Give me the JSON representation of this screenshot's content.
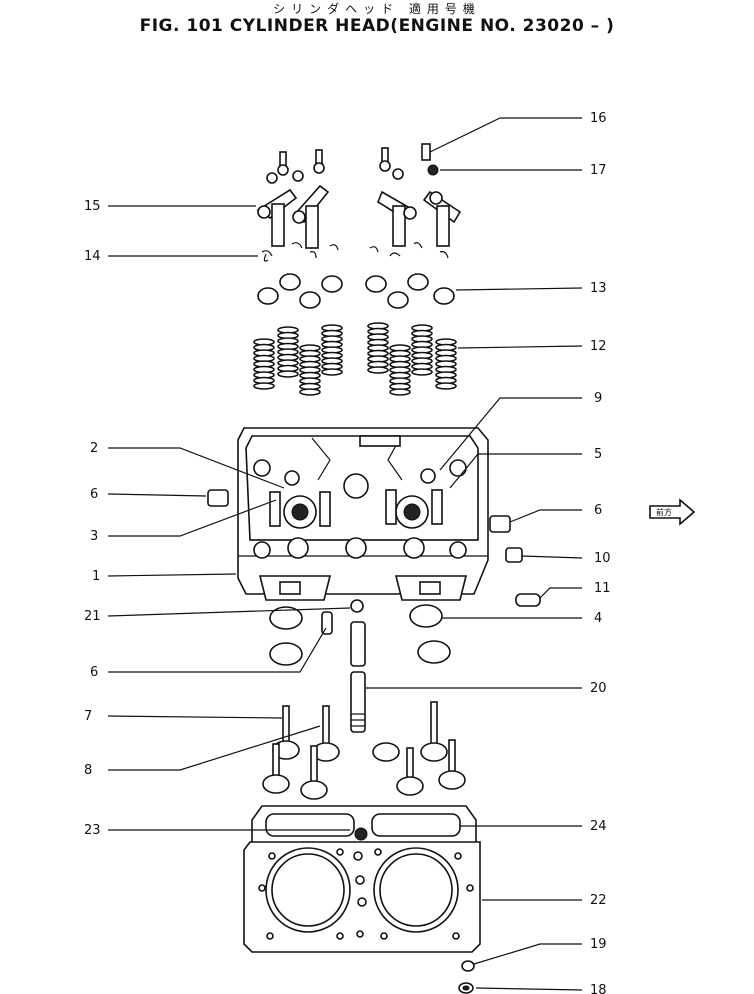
{
  "header": {
    "title_jp": "シリンダヘッド 適用号機",
    "title": "FIG. 101  CYLINDER HEAD(ENGINE NO. 23020 –  )"
  },
  "direction_label": "前方",
  "callouts": [
    "1",
    "2",
    "3",
    "4",
    "5",
    "6",
    "6",
    "6",
    "7",
    "8",
    "9",
    "10",
    "11",
    "12",
    "13",
    "14",
    "15",
    "16",
    "17",
    "18",
    "19",
    "20",
    "21",
    "22",
    "23",
    "24"
  ]
}
